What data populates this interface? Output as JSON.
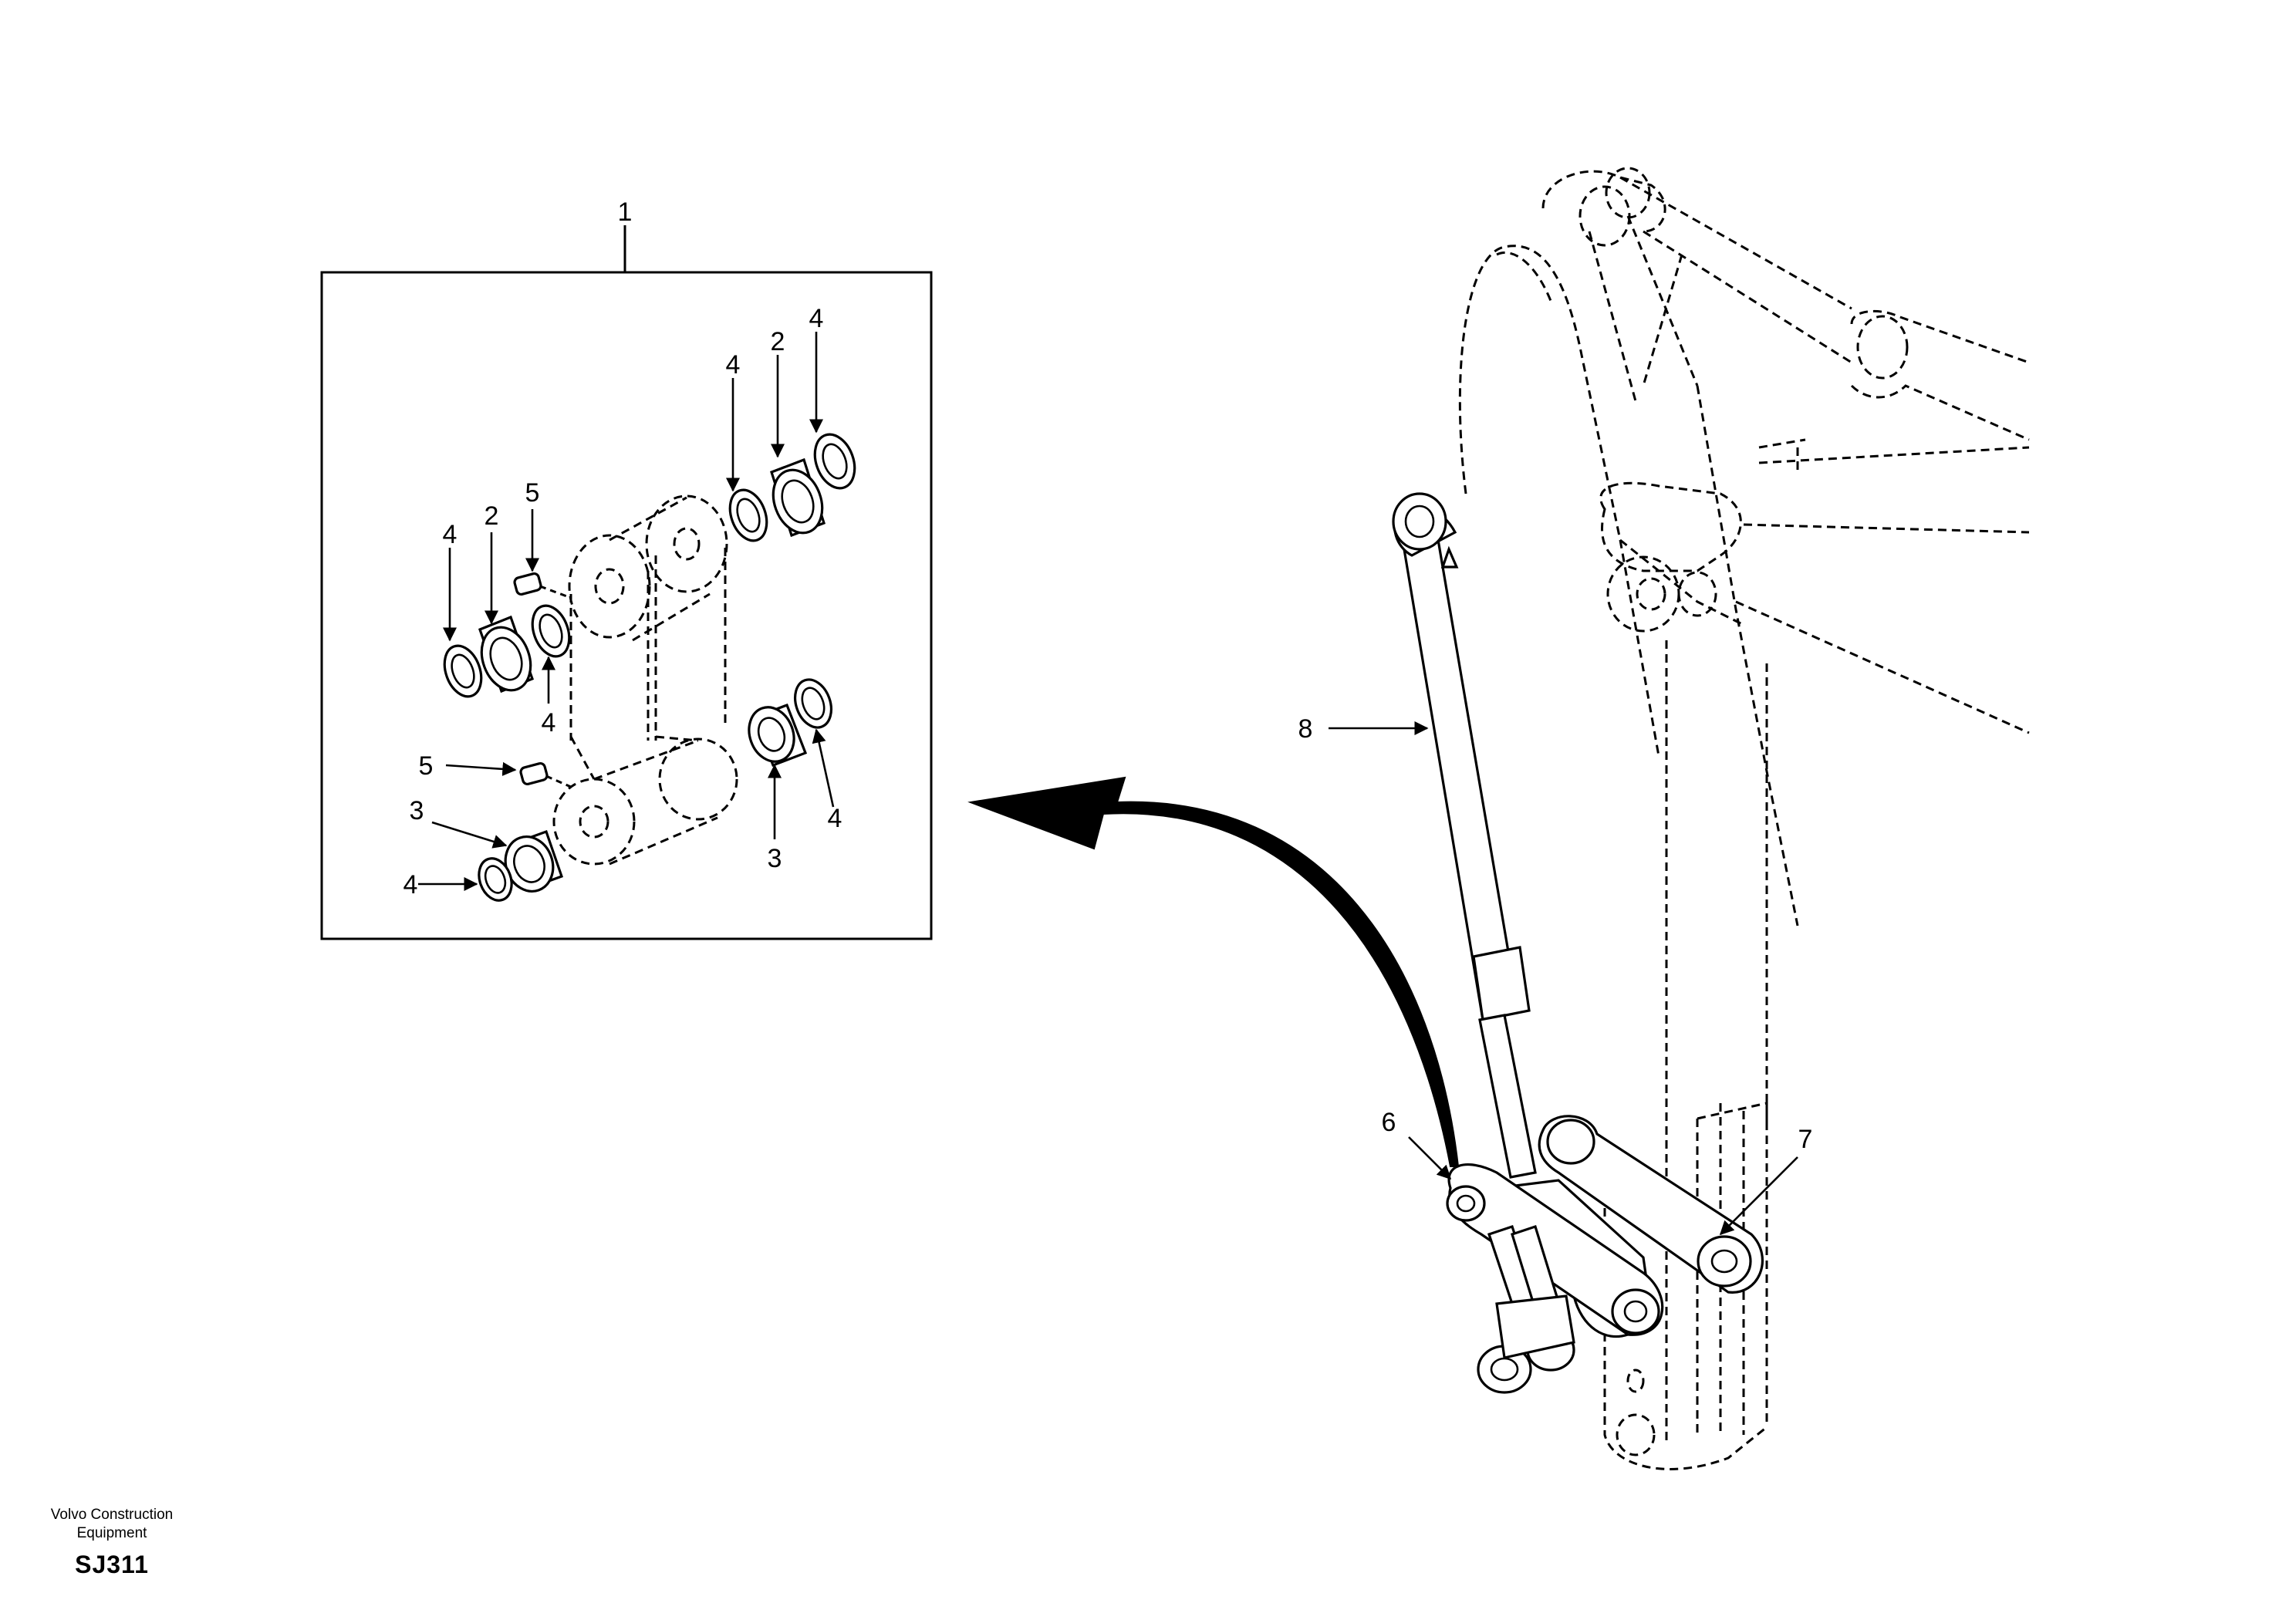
{
  "callouts": {
    "c1": "1",
    "c2a": "2",
    "c2b": "2",
    "c3a": "3",
    "c3b": "3",
    "c4a": "4",
    "c4b": "4",
    "c4c": "4",
    "c4d": "4",
    "c4e": "4",
    "c4f": "4",
    "c5a": "5",
    "c5b": "5",
    "c6": "6",
    "c7": "7",
    "c8": "8"
  },
  "footer": {
    "line1": "Volvo Construction",
    "line2": "Equipment",
    "code": "SJ311"
  }
}
